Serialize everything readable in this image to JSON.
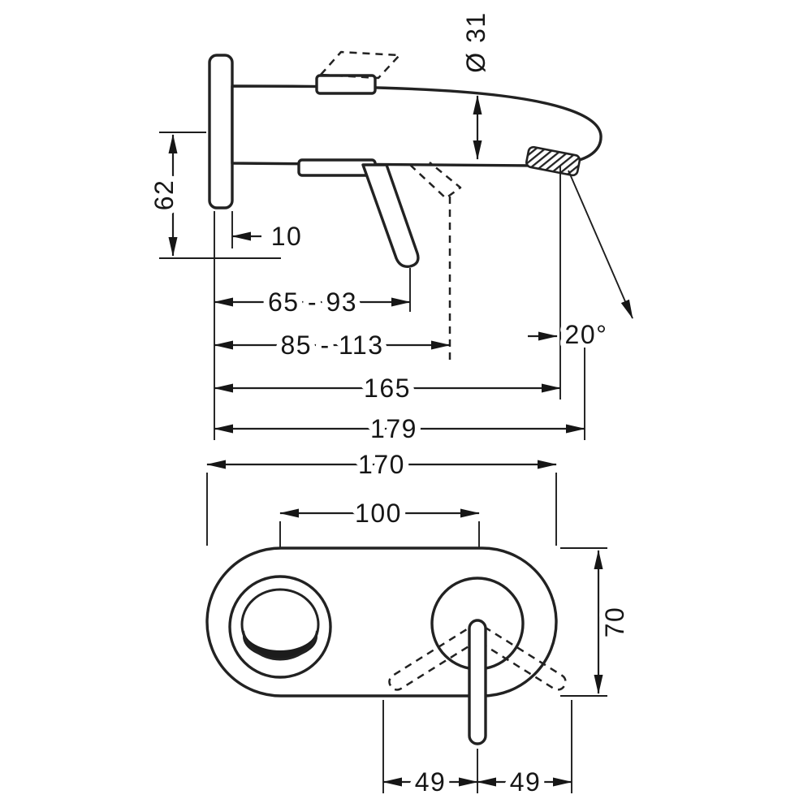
{
  "side_view": {
    "labels": {
      "diameter": "Ø 31",
      "height_62": "62",
      "offset_10": "10",
      "range_65_93": "65 - 93",
      "range_85_113": "85 - 113",
      "length_165": "165",
      "length_179": "179",
      "angle_20": "20°"
    }
  },
  "front_view": {
    "labels": {
      "width_170": "170",
      "centers_100": "100",
      "height_70": "70",
      "left_49": "49",
      "right_49": "49"
    }
  }
}
